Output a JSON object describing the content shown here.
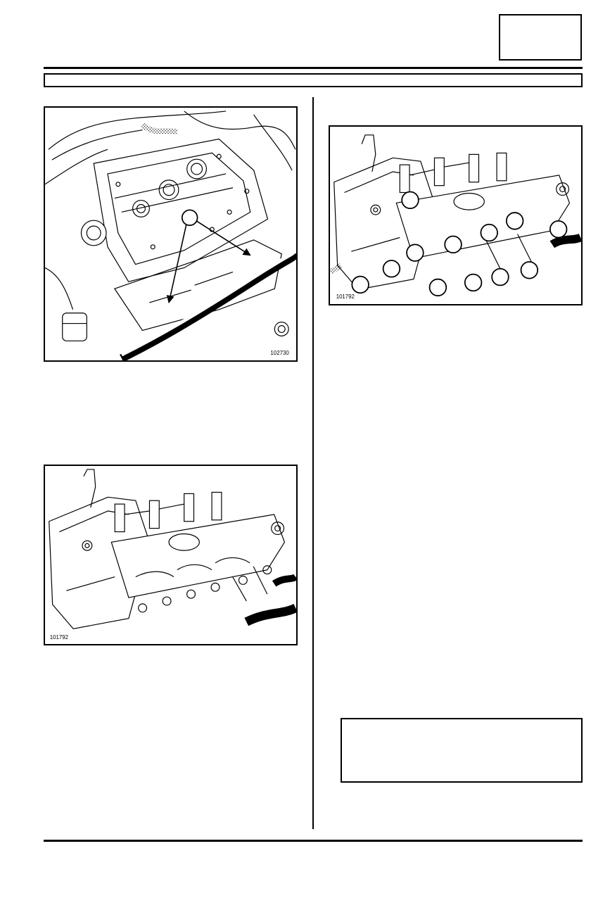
{
  "header": {
    "tab_box_text": "",
    "section_bar_text": ""
  },
  "figures": [
    {
      "code": "102730"
    },
    {
      "code": "101792"
    },
    {
      "code": "101792"
    }
  ],
  "note_box": {
    "text": ""
  }
}
